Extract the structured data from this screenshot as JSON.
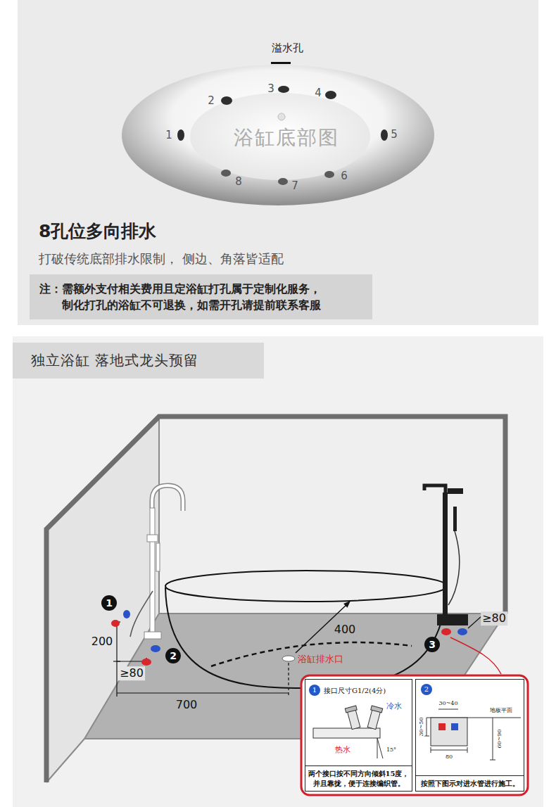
{
  "diagram": {
    "title": "8孔位多向排水",
    "nodes": [
      {
        "text": [
          "注：需额外支付相关费用且定浴缸打孔属于定制化服务， 制化打孔的浴缸不可退换，如需开孔请提前联系客服"
        ]
      },
      {
        "text": [
          "独立浴缸 落地式龙头预留"
        ]
      },
      {
        "text": [
          "接口尺寸G1/2(4分)",
          "两个接口按不同方向倾斜15度， 并且靠拢，便于连接编织管。"
        ]
      },
      {
        "text": [
          "按照下图示对进水管进行施工。"
        ]
      }
    ],
    "labels": [
      "溢水孔",
      "1",
      "2",
      "3",
      "4",
      "5",
      "6",
      "7",
      "8",
      "浴缸底部图",
      "打破传统底部排水限制， 侧边、角落皆适配",
      "1",
      "2",
      "3",
      "400",
      "浴缸排水口",
      "200",
      "≥80",
      "700",
      "≥80",
      "1",
      "冷水",
      "热水",
      "15°",
      "2",
      "30~50",
      "30~40",
      "地板平面",
      "80",
      "60~90"
    ]
  }
}
